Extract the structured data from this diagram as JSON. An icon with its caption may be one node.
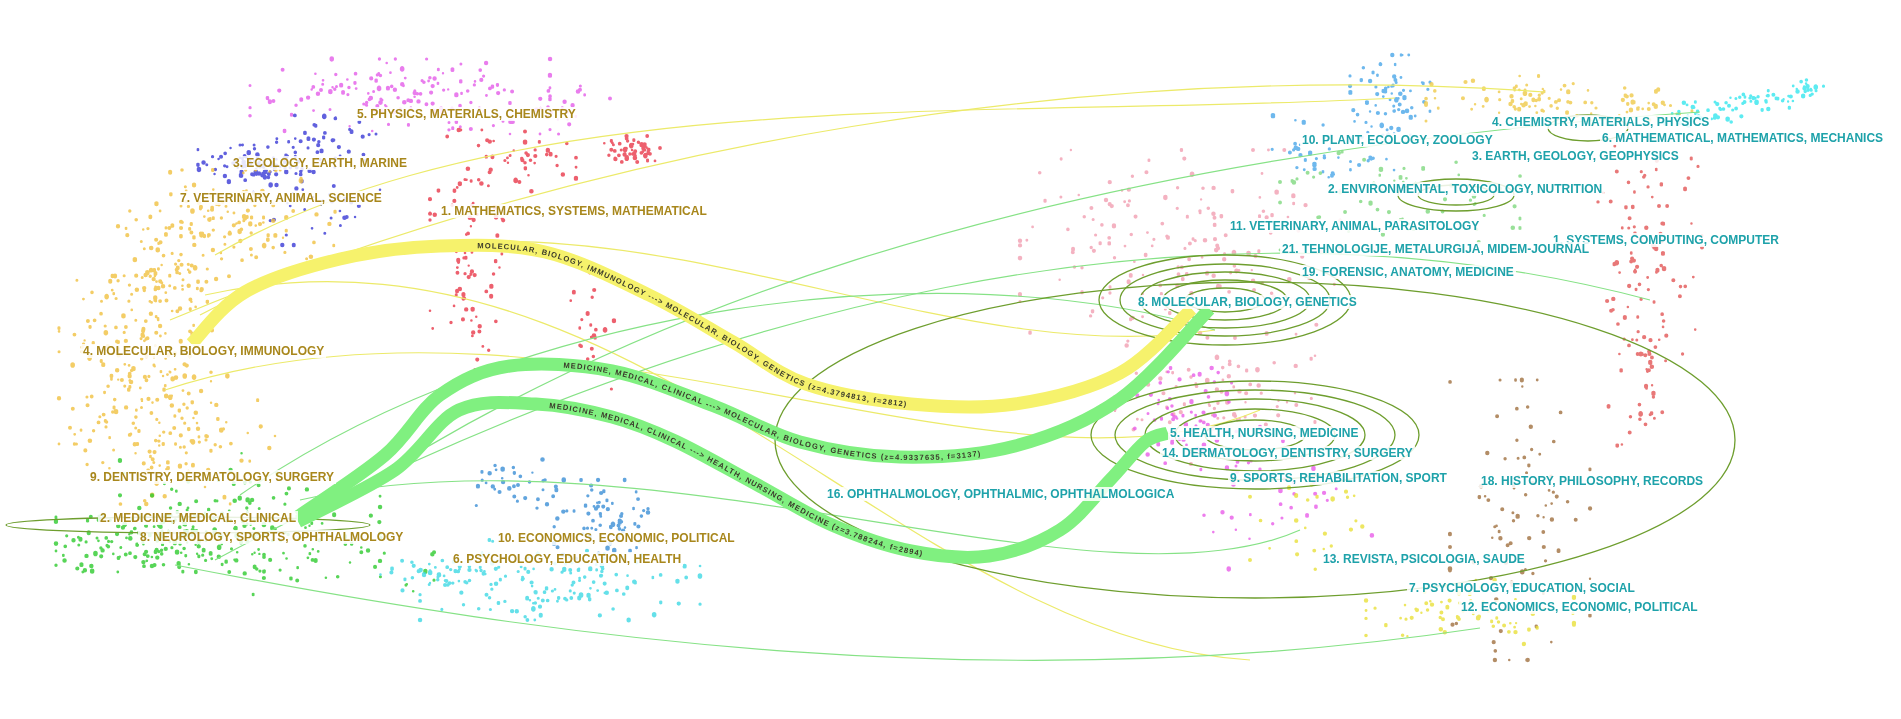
{
  "diagram": {
    "nodes": [
      {
        "text": [
          "5. PHYSICS, MATERIALS, CHEMISTRY"
        ]
      },
      {
        "text": [
          "3. ECOLOGY, EARTH, MARINE"
        ]
      },
      {
        "text": [
          "7. VETERINARY, ANIMAL, SCIENCE"
        ]
      },
      {
        "text": [
          "1. MATHEMATICS, SYSTEMS, MATHEMATICAL"
        ]
      },
      {
        "text": [
          "4. MOLECULAR, BIOLOGY, IMMUNOLOGY"
        ]
      },
      {
        "text": [
          "9. DENTISTRY, DERMATOLOGY, SURGERY"
        ]
      },
      {
        "text": [
          "2. MEDICINE, MEDICAL, CLINICAL"
        ]
      },
      {
        "text": [
          "8. NEUROLOGY, SPORTS, OPHTHALMOLOGY"
        ]
      },
      {
        "text": [
          "10. ECONOMICS, ECONOMIC, POLITICAL"
        ]
      },
      {
        "text": [
          "6. PSYCHOLOGY, EDUCATION, HEALTH"
        ]
      },
      {
        "text": [
          "4. CHEMISTRY, MATERIALS, PHYSICS"
        ]
      },
      {
        "text": [
          "6. MATHEMATICAL, MATHEMATICS, MECHANICS"
        ]
      },
      {
        "text": [
          "10. PLANT, ECOLOGY, ZOOLOGY"
        ]
      },
      {
        "text": [
          "3. EARTH, GEOLOGY, GEOPHYSICS"
        ]
      },
      {
        "text": [
          "2. ENVIRONMENTAL, TOXICOLOGY, NUTRITION"
        ]
      },
      {
        "text": [
          "11. VETERINARY, ANIMAL, PARASITOLOGY"
        ]
      },
      {
        "text": [
          "1. SYSTEMS, COMPUTING, COMPUTER"
        ]
      },
      {
        "text": [
          "21. TEHNOLOGIJE, METALURGIJA, MIDEM-JOURNAL"
        ]
      },
      {
        "text": [
          "19. FORENSIC, ANATOMY, MEDICINE"
        ]
      },
      {
        "text": [
          "8. MOLECULAR, BIOLOGY, GENETICS"
        ]
      },
      {
        "text": [
          "5. HEALTH, NURSING, MEDICINE"
        ]
      },
      {
        "text": [
          "14. DERMATOLOGY, DENTISTRY, SURGERY"
        ]
      },
      {
        "text": [
          "9. SPORTS, REHABILITATION, SPORT"
        ]
      },
      {
        "text": [
          "18. HISTORY, PHILOSOPHY, RECORDS"
        ]
      },
      {
        "text": [
          "16. OPHTHALMOLOGY, OPHTHALMIC, OPHTHALMOLOGICA"
        ]
      },
      {
        "text": [
          "13. REVISTA, PSICOLOGIA, SAUDE"
        ]
      },
      {
        "text": [
          "7. PSYCHOLOGY, EDUCATION, SOCIAL"
        ]
      },
      {
        "text": [
          "12. ECONOMICS, ECONOMIC, POLITICAL"
        ]
      }
    ],
    "edges": [
      {
        "from": 4,
        "to": 19,
        "arrow": "none",
        "label": "MOLECULAR, BIOLOGY, IMMUNOLOGY ---> MOLECULAR, BIOLOGY, GENETICS (z=4.3794813, f=2812)",
        "color": "#f6f26c"
      },
      {
        "from": 6,
        "to": 19,
        "arrow": "none",
        "label": "MEDICINE, MEDICAL, CLINICAL ---> MOLECULAR, BIOLOGY, GENETICS (z=4.9337635, f=3137)"
      },
      {
        "from": 6,
        "to": 20,
        "arrow": "none",
        "label": "MEDICINE, MEDICAL, CLINICAL ---> HEALTH, NURSING, MEDICINE (z=3.788244, f=2894)"
      }
    ]
  }
}
